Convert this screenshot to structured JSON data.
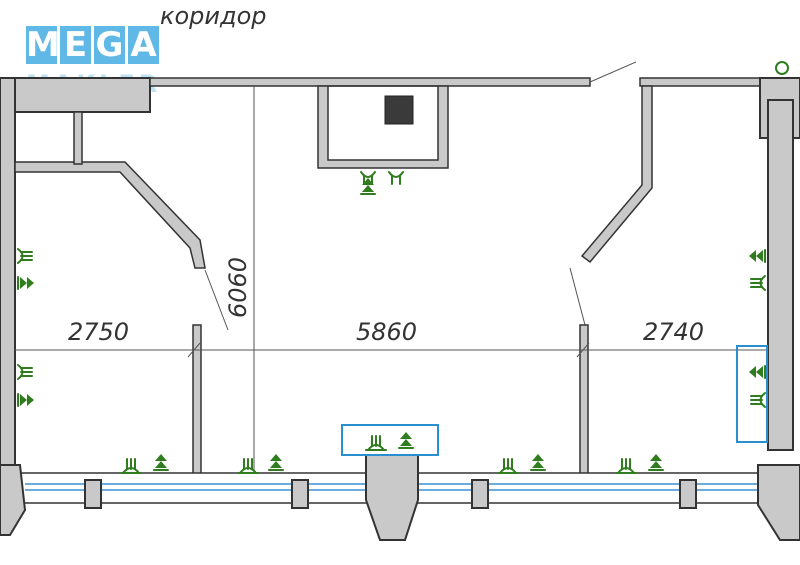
{
  "logo": {
    "word1": "MEGA",
    "word2": "MAKLER"
  },
  "labels": {
    "corridor": "коридор",
    "height_dim": "6060",
    "dim_left": "2750",
    "dim_center": "5860",
    "dim_right": "2740"
  },
  "colors": {
    "wall_fill": "#c9c9c9",
    "outline": "#333333",
    "socket": "#2f7d1e",
    "highlight_box": "#2a8fd0",
    "window": "#3a8fd4"
  },
  "icons": [
    "socket-icon",
    "network-socket-icon",
    "window-icon"
  ]
}
